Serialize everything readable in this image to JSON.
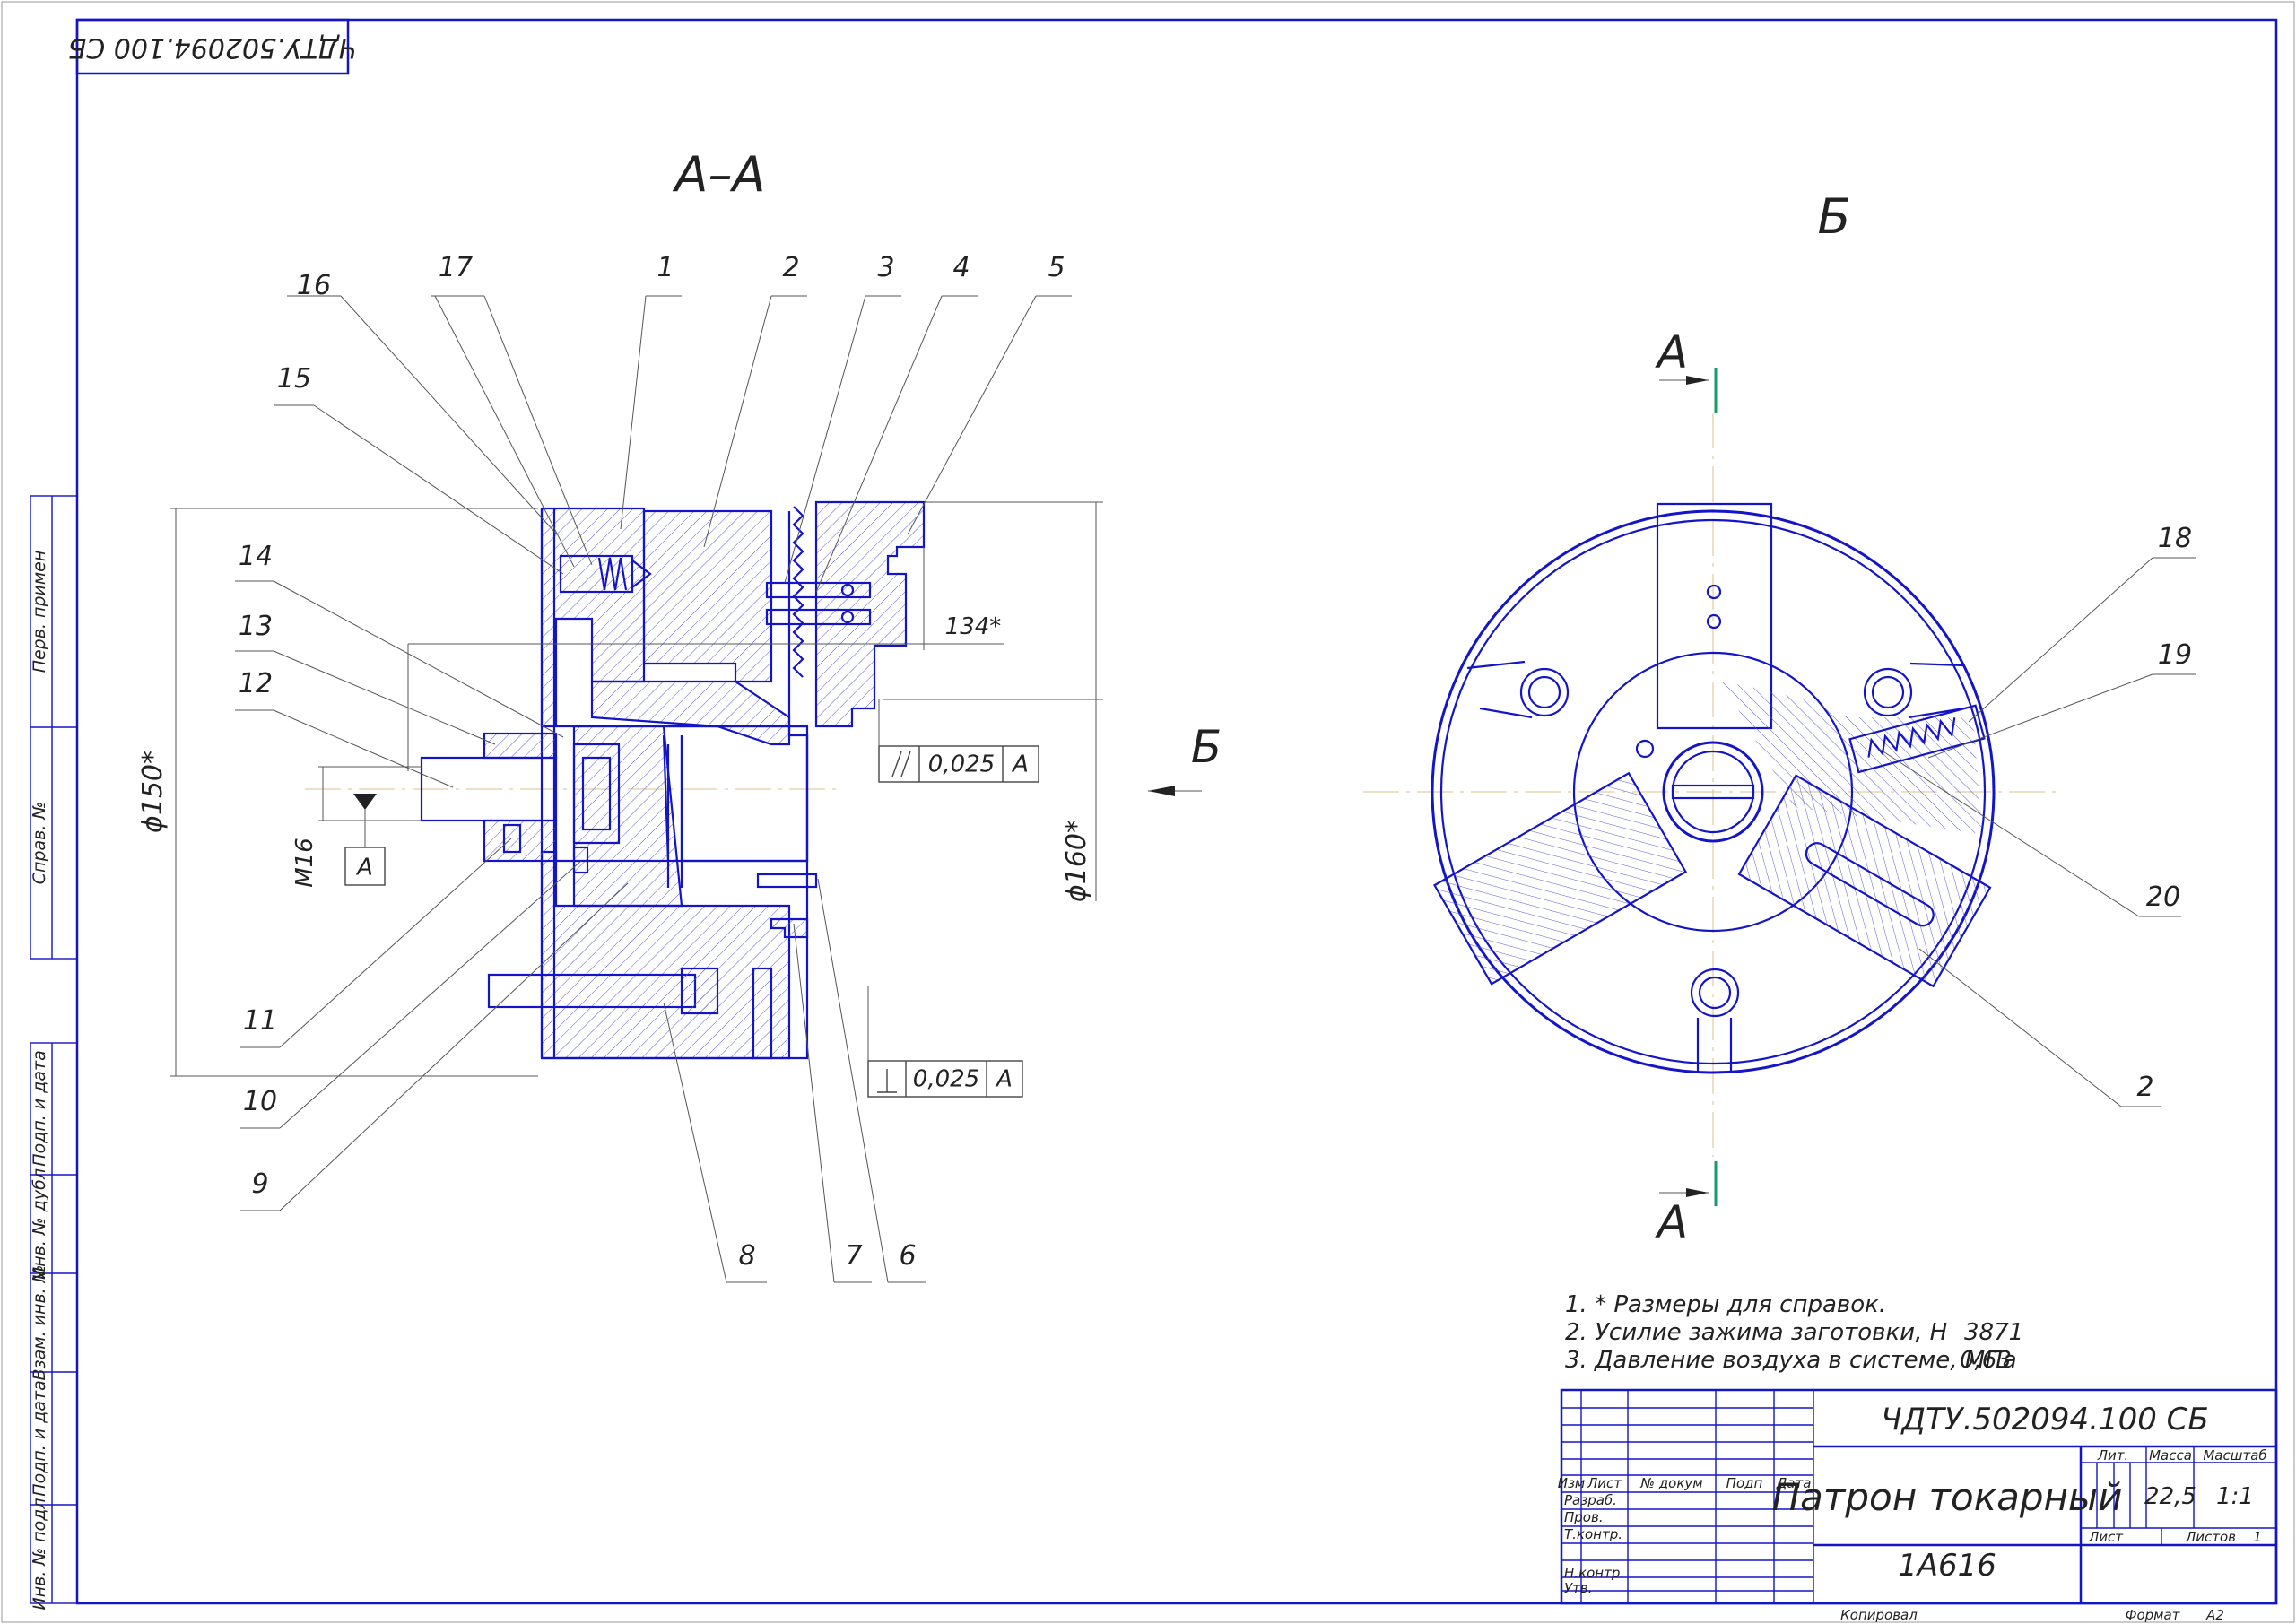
{
  "corner_stamp": "ЧДТУ.502094.100 СБ",
  "views": {
    "section_title": "А–А",
    "view_title": "Б",
    "view_arrow_label": "Б",
    "cut_label_top": "А",
    "cut_label_bottom": "А"
  },
  "callouts": {
    "c1": "1",
    "c2": "2",
    "c3": "3",
    "c4": "4",
    "c5": "5",
    "c6": "6",
    "c7": "7",
    "c8": "8",
    "c9": "9",
    "c10": "10",
    "c11": "11",
    "c12": "12",
    "c13": "13",
    "c14": "14",
    "c15": "15",
    "c16": "16",
    "c17": "17",
    "c18": "18",
    "c19": "19",
    "c20": "20",
    "c2b": "2"
  },
  "dimensions": {
    "d150": "ϕ150*",
    "d160": "ϕ160*",
    "d134": "134*",
    "thread": "M16",
    "datum": "A"
  },
  "tolerances": {
    "parallel_value": "0,025",
    "parallel_datum": "A",
    "perp_value": "0,025",
    "perp_datum": "A"
  },
  "notes": [
    "1. * Размеры для справок.",
    "2. Усилие зажима заготовки, Н",
    "3. Давление воздуха в системе, МПа"
  ],
  "note_values": {
    "force": "3871",
    "pressure": "0,63"
  },
  "left_strip": {
    "perv_primen": "Перв. примен",
    "sprav": "Справ. №",
    "podp_data_1": "Подп. и дата",
    "inv_dubl": "Инв. № дубл",
    "vzam_inv": "Взам. инв. №",
    "podp_data_2": "Подп. и дата",
    "inv_podl": "Инв. № подл"
  },
  "title_block": {
    "designation": "ЧДТУ.502094.100 СБ",
    "name": "Патрон токарный",
    "machine": "1А616",
    "col_izm": "Изм",
    "col_list": "Лист",
    "col_doc": "№ докум",
    "col_podp": "Подп",
    "col_data": "Дата",
    "row_razrab": "Разраб.",
    "row_prov": "Пров.",
    "row_tkontr": "Т.контр.",
    "row_nkontr": "Н.контр.",
    "row_utv": "Утв.",
    "lit_label": "Лит.",
    "massa_label": "Масса",
    "masshtab_label": "Масштаб",
    "massa_value": "22,5",
    "masshtab_value": "1:1",
    "list_label": "Лист",
    "listov_label": "Листов",
    "listov_value": "1",
    "kopiroval": "Копировал",
    "format_label": "Формат",
    "format_value": "А2"
  }
}
